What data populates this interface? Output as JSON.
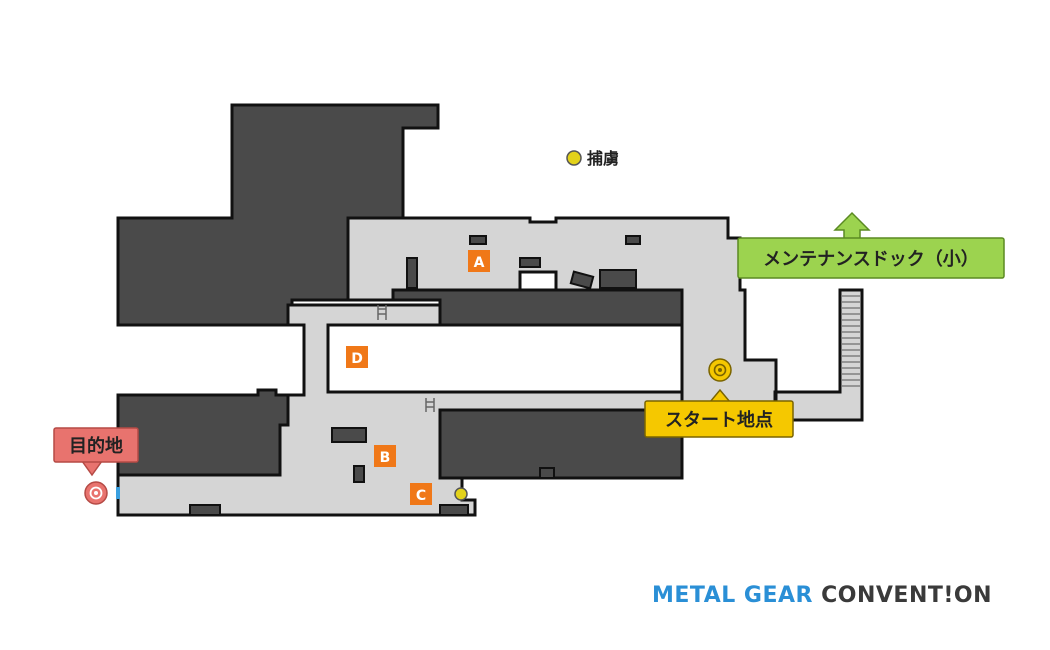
{
  "legend": {
    "captive_label": "捕虜",
    "captive_color": "#e3d21a"
  },
  "labels": {
    "destination": "目的地",
    "start": "スタート地点",
    "dock": "メンテナンスドック（小）"
  },
  "markers": {
    "A": "A",
    "B": "B",
    "C": "C",
    "D": "D"
  },
  "colors": {
    "wall": "#4a4a4a",
    "floor": "#d5d5d5",
    "outline": "#111111",
    "marker": "#f07818",
    "destination": "#e8736e",
    "start": "#f5c800",
    "dock": "#9cd34f"
  },
  "logo": {
    "part1": "METAL GEAR",
    "part2": " CONVENT!ON"
  }
}
